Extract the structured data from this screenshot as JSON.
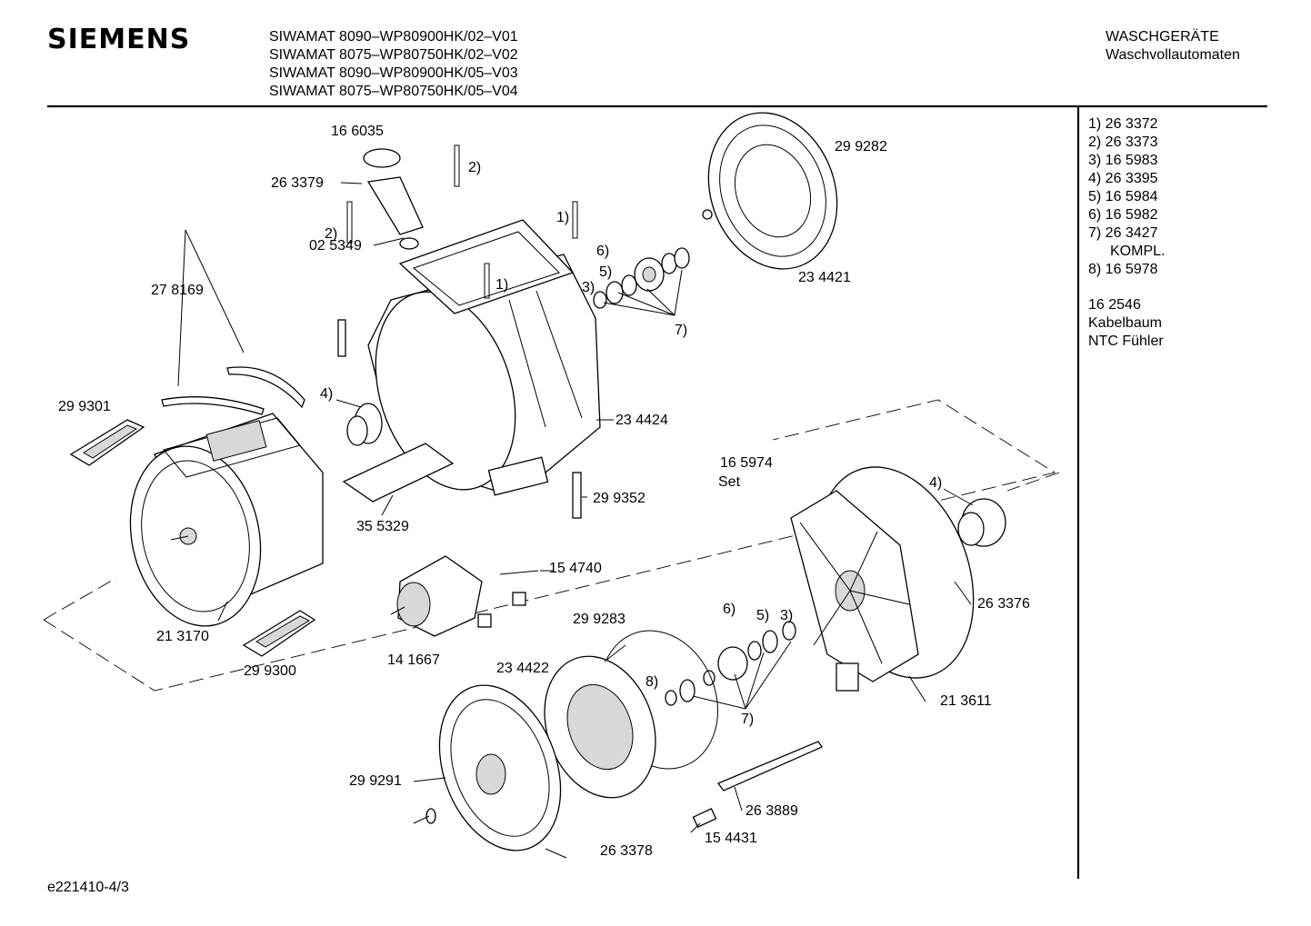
{
  "header": {
    "brand": "SIEMENS",
    "models": [
      "SIWAMAT 8090–WP80900HK/02–V01",
      "SIWAMAT 8075–WP80750HK/02–V02",
      "SIWAMAT 8090–WP80900HK/05–V03",
      "SIWAMAT 8075–WP80750HK/05–V04"
    ],
    "category": "WASCHGERÄTE",
    "subcategory": "Waschvollautomaten"
  },
  "legend": {
    "items": [
      "1) 26 3372",
      "2) 26 3373",
      "3) 16 5983",
      "4) 26 3395",
      "5) 16 5984",
      "6) 16 5982",
      "7)  26 3427",
      "KOMPL.",
      "8) 16 5978"
    ],
    "note": [
      "16 2546",
      "Kabelbaum",
      "NTC Fühler"
    ]
  },
  "callouts": {
    "p166035": "16 6035",
    "p263379": "26 3379",
    "m2a": "2)",
    "m2b": "2)",
    "m1a": "1)",
    "m1b": "1)",
    "p025349": "02 5349",
    "p299282": "29 9282",
    "m6a": "6)",
    "m5a": "5)",
    "m3a": "3)",
    "m7a": "7)",
    "p234421": "23 4421",
    "p278169": "27 8169",
    "p299301": "29 9301",
    "m4a": "4)",
    "p234424": "23 4424",
    "p165974": "16 5974",
    "set": "Set",
    "p299352": "29 9352",
    "p355329": "35 5329",
    "m4b": "4)",
    "p154740": "15 4740",
    "p263376": "26 3376",
    "p213170": "21 3170",
    "p299283": "29 9283",
    "m6b": "6)",
    "m5b": "5)",
    "m3b": "3)",
    "p141667": "14 1667",
    "p299300": "29 9300",
    "p234422": "23 4422",
    "m8": "8)",
    "m7b": "7)",
    "p213611": "21 3611",
    "p299291": "29 9291",
    "p263889": "26 3889",
    "p154431": "15 4431",
    "p263378": "26 3378"
  },
  "footer": {
    "doc_id": "e221410-4/3"
  }
}
